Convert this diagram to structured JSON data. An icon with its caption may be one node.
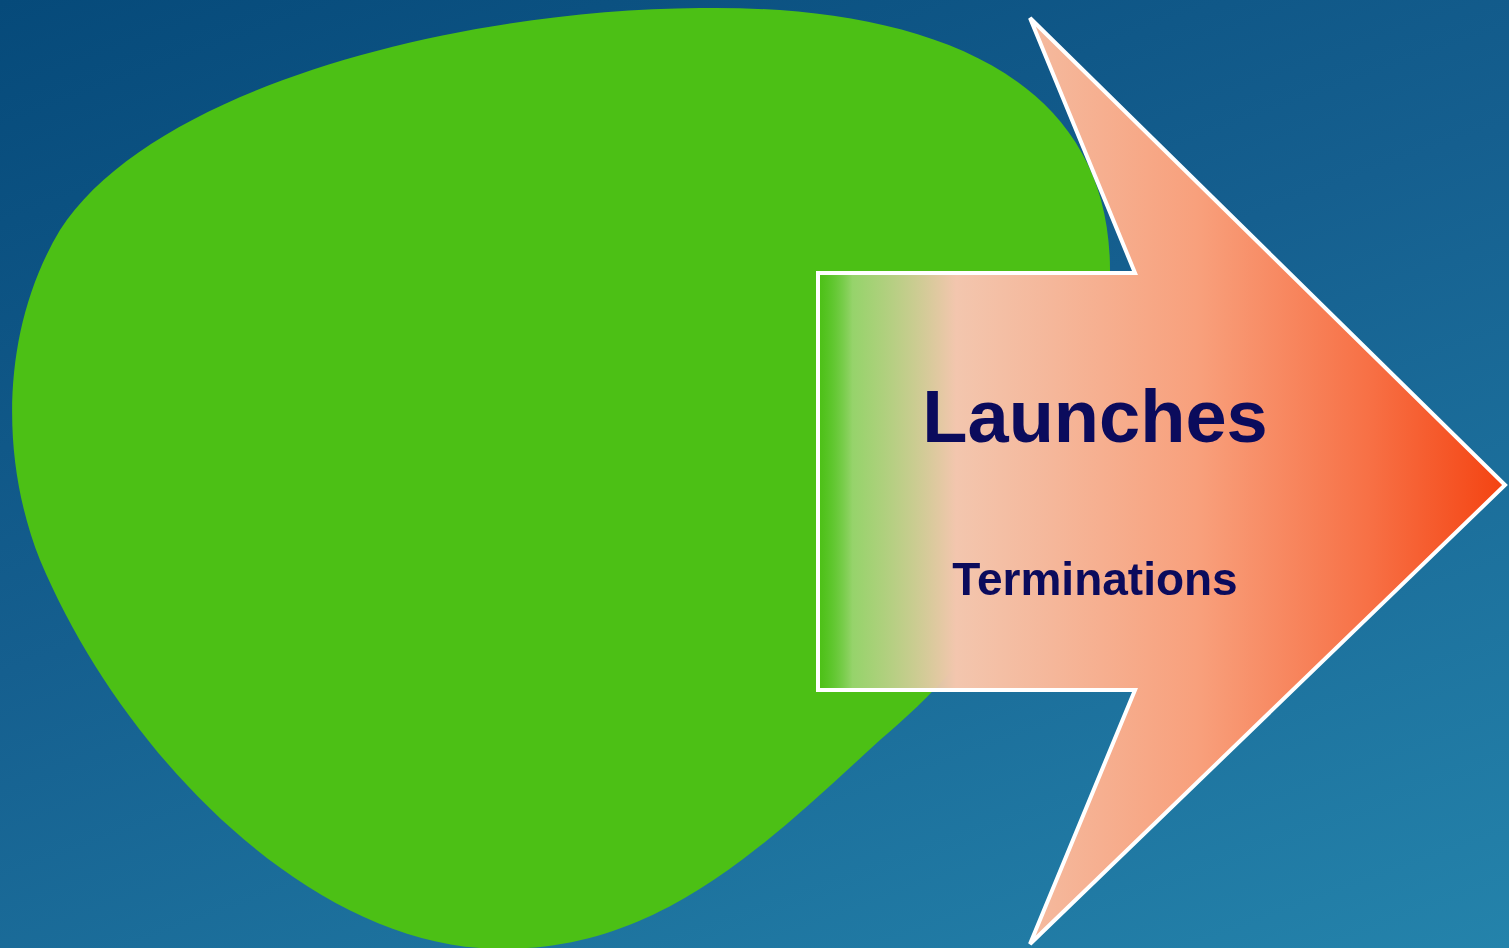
{
  "diagram": {
    "nodes": [
      {
        "text": [],
        "shape": "blob"
      },
      {
        "text": [
          "Launches",
          "Terminations"
        ]
      }
    ]
  }
}
